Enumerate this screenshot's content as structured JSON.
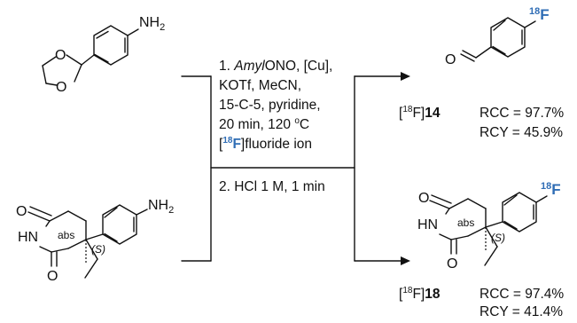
{
  "labels": {
    "nh2": "NH",
    "nh2_sub": "2",
    "o": "O",
    "hn": "HN",
    "abs": "abs",
    "s": "(S)",
    "f18_sup": "18",
    "f18_el": "F"
  },
  "conditions": {
    "step1_num": "1.",
    "step1_amyl": "Amyl",
    "step1_ono": "ONO, [Cu],",
    "step1_line2": "KOTf, MeCN,",
    "step1_line3": "15-C-5, pyridine,",
    "step1_line4_a": "20 min, 120 ",
    "step1_line4_sup": "o",
    "step1_line4_b": "C",
    "step1_line5_open": "[",
    "step1_line5_sup": "18",
    "step1_line5_el": "F",
    "step1_line5_rest": "]fluoride ion",
    "step2": "2. HCl 1 M, 1 min"
  },
  "products": [
    {
      "label_open": "[",
      "label_sup": "18",
      "label_mid": "F]",
      "compound": "14",
      "rcc": "RCC = 97.7%",
      "rcy": "RCY = 45.9%"
    },
    {
      "label_open": "[",
      "label_sup": "18",
      "label_mid": "F]",
      "compound": "18",
      "rcc": "RCC = 97.4%",
      "rcy": "RCY = 41.4%"
    }
  ]
}
